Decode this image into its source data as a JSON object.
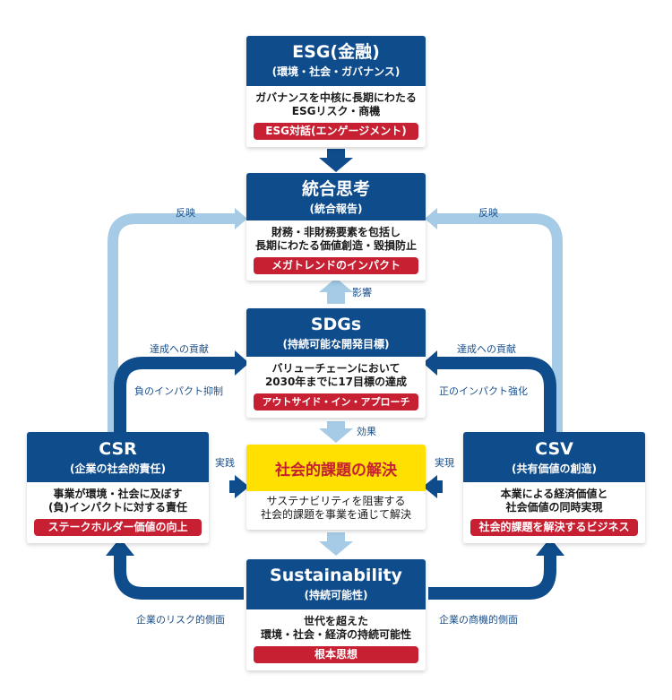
{
  "colors": {
    "dark_blue": "#0f4c8c",
    "light_blue": "#a5cbe6",
    "red": "#c62032",
    "yellow": "#ffe000"
  },
  "esg": {
    "title": "ESG(金融)",
    "subtitle": "(環境・社会・ガバナンス)",
    "desc1": "ガバナンスを中核に長期にわたる",
    "desc2": "ESGリスク・商機",
    "tag": "ESG対話(エンゲージメント)"
  },
  "integrated": {
    "title": "統合思考",
    "subtitle": "(統合報告)",
    "desc1": "財務・非財務要素を包括し",
    "desc2": "長期にわたる価値創造・毀損防止",
    "tag": "メガトレンドのインパクト"
  },
  "sdgs": {
    "title": "SDGs",
    "subtitle": "(持続可能な開発目標)",
    "desc1": "バリューチェーンにおいて",
    "desc2": "2030年までに17目標の達成",
    "tag": "アウトサイド・イン・アプローチ"
  },
  "center": {
    "title": "社会的課題の解決",
    "desc1": "サステナビリティを阻害する",
    "desc2": "社会的課題を事業を通じて解決"
  },
  "csr": {
    "title": "CSR",
    "subtitle": "(企業の社会的責任)",
    "desc1": "事業が環境・社会に及ぼす",
    "desc2": "(負)インパクトに対する責任",
    "tag": "ステークホルダー価値の向上"
  },
  "csv": {
    "title": "CSV",
    "subtitle": "(共有価値の創造)",
    "desc1": "本業による経済価値と",
    "desc2": "社会価値の同時実現",
    "tag": "社会的課題を解決するビジネス"
  },
  "sustainability": {
    "title": "Sustainability",
    "subtitle": "(持続可能性)",
    "desc1": "世代を超えた",
    "desc2": "環境・社会・経済の持続可能性",
    "tag": "根本思想"
  },
  "labels": {
    "reflect_left": "反映",
    "reflect_right": "反映",
    "influence": "影響",
    "contrib_left": "達成への貢献",
    "contrib_right": "達成への貢献",
    "neg_impact": "負のインパクト抑制",
    "pos_impact": "正のインパクト強化",
    "effect": "効果",
    "practice": "実践",
    "realize": "実現",
    "risk": "企業のリスク的側面",
    "opportunity": "企業の商機的側面"
  }
}
